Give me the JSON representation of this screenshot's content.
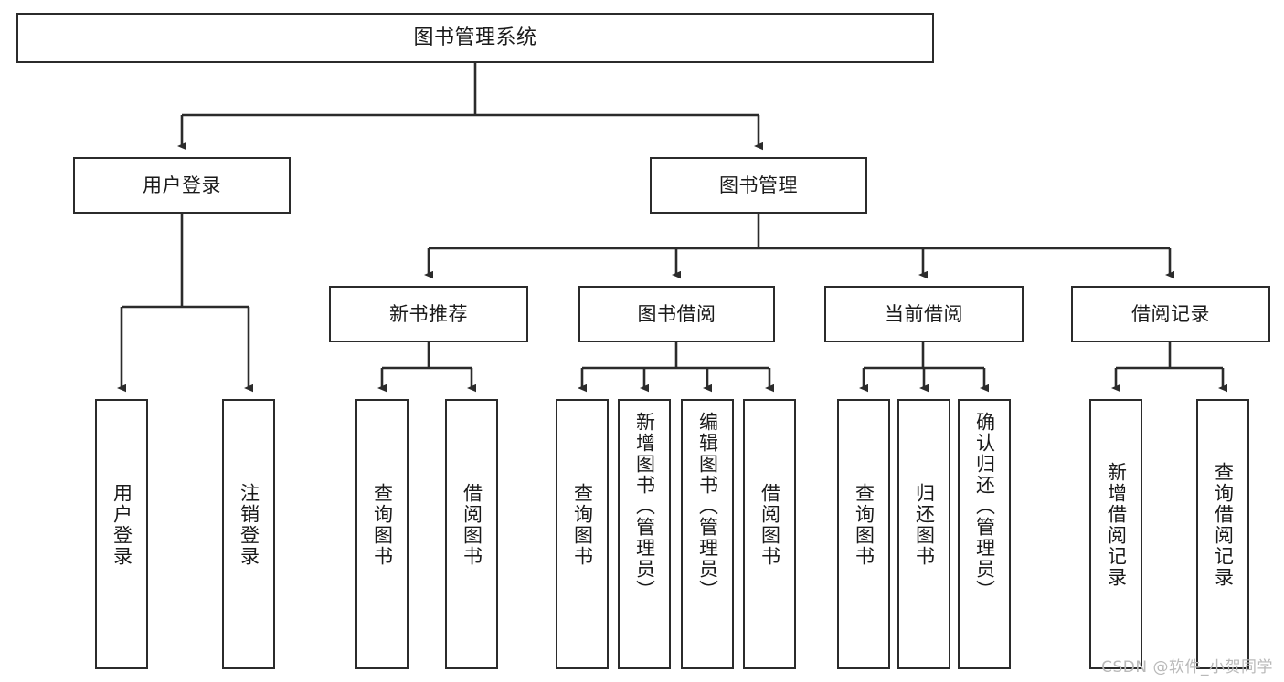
{
  "diagram": {
    "title": "图书管理系统",
    "type": "tree-hierarchy-chart",
    "root": {
      "id": "root",
      "label": "图书管理系统"
    },
    "level1": [
      {
        "id": "user-login",
        "label": "用户登录"
      },
      {
        "id": "book-manage",
        "label": "图书管理"
      }
    ],
    "level2": [
      {
        "id": "new-book-rec",
        "label": "新书推荐"
      },
      {
        "id": "book-borrow",
        "label": "图书借阅"
      },
      {
        "id": "current-borrow",
        "label": "当前借阅"
      },
      {
        "id": "borrow-record",
        "label": "借阅记录"
      }
    ],
    "leaves": {
      "user_login": [
        {
          "id": "leaf-user-login",
          "label": "用户登录"
        },
        {
          "id": "leaf-logout",
          "label": "注销登录"
        }
      ],
      "new_book_rec": [
        {
          "id": "leaf-query-book-1",
          "label": "查询图书"
        },
        {
          "id": "leaf-borrow-book-1",
          "label": "借阅图书"
        }
      ],
      "book_borrow": [
        {
          "id": "leaf-query-book-2",
          "label": "查询图书"
        },
        {
          "id": "leaf-add-book",
          "label": "新增图书（管理员）"
        },
        {
          "id": "leaf-edit-book",
          "label": "编辑图书（管理员）"
        },
        {
          "id": "leaf-borrow-book-2",
          "label": "借阅图书"
        }
      ],
      "current_borrow": [
        {
          "id": "leaf-query-book-3",
          "label": "查询图书"
        },
        {
          "id": "leaf-return-book",
          "label": "归还图书"
        },
        {
          "id": "leaf-confirm-return",
          "label": "确认归还（管理员）"
        }
      ],
      "borrow_record": [
        {
          "id": "leaf-add-record",
          "label": "新增借阅记录"
        },
        {
          "id": "leaf-query-record",
          "label": "查询借阅记录"
        }
      ]
    },
    "watermark": "CSDN @软件_小贺同学",
    "colors": {
      "stroke": "#2b2b2b",
      "fill": "#ffffff",
      "text": "#1a1a1a",
      "watermark": "#b9b9b9"
    }
  }
}
